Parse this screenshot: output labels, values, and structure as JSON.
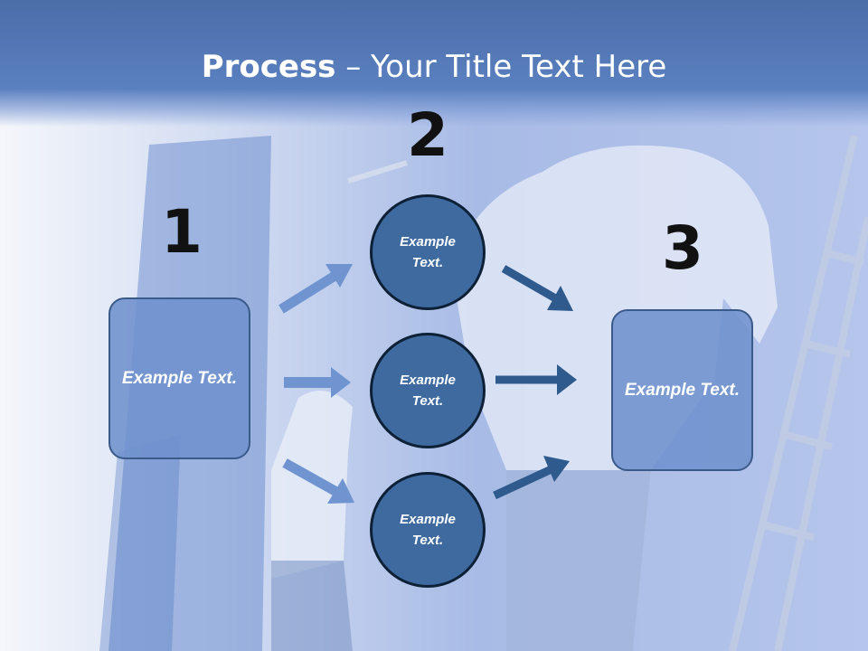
{
  "slide": {
    "title_bold": "Process",
    "title_rest": " – Your Title Text Here",
    "step_numbers": [
      "1",
      "2",
      "3"
    ],
    "left_box": {
      "text": "Example Text."
    },
    "circles": [
      {
        "text": "Example Text."
      },
      {
        "text": "Example Text."
      },
      {
        "text": "Example Text."
      }
    ],
    "right_box": {
      "text": "Example Text."
    }
  },
  "colors": {
    "title_band": "#5b80c0",
    "box_fill": "#6e91cd",
    "circle_fill": "#3e6aa0",
    "left_arrows": "#6f94cf",
    "right_arrows": "#2f5a8e"
  }
}
